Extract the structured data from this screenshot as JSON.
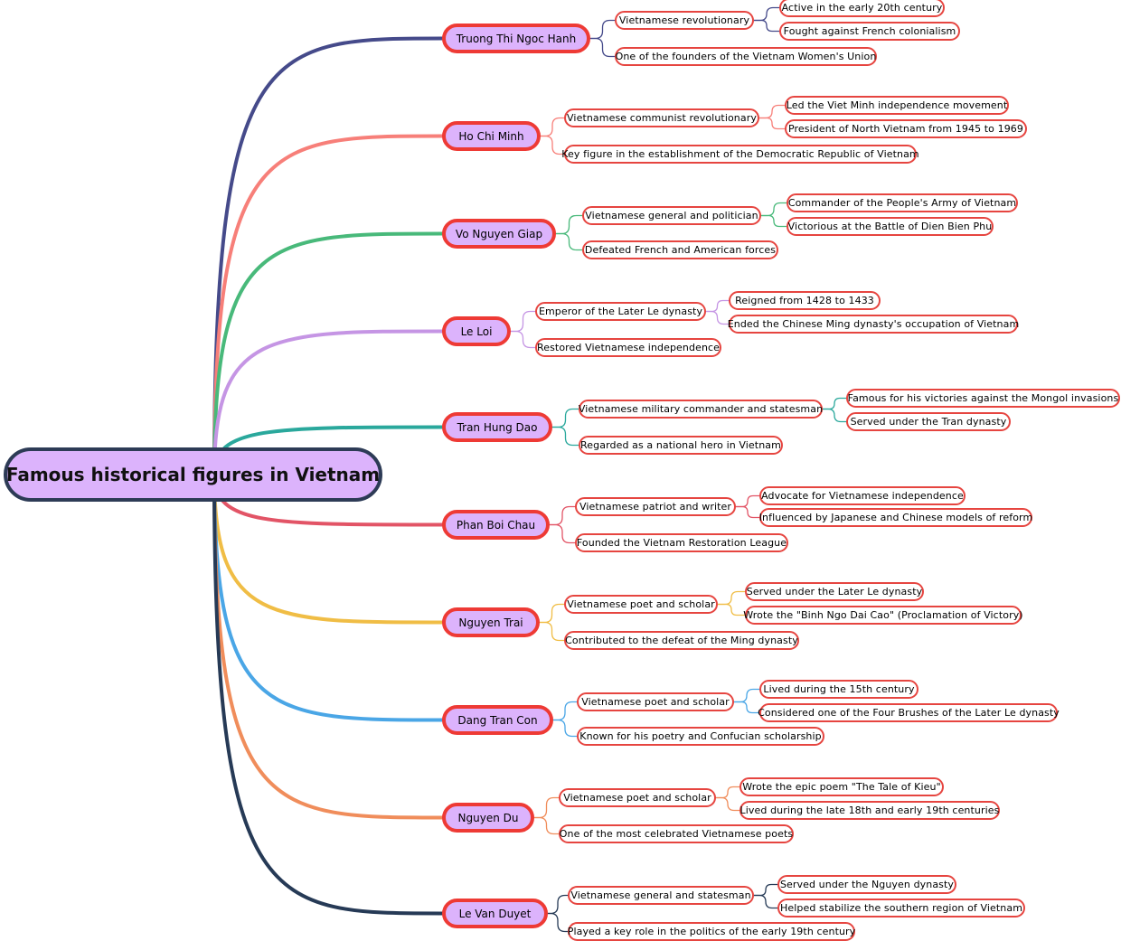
{
  "title": "Famous historical figures in Vietnam",
  "colors": {
    "node_fill": "#dcb3fc",
    "node_border": "#ee3a35",
    "root_border": "#2d3b56",
    "leaf_border": "#e64540"
  },
  "figures": [
    {
      "name": "Truong Thi Ngoc Hanh",
      "color": "#454a8a",
      "facts": [
        {
          "text": "Vietnamese revolutionary",
          "details": [
            "Active in the early 20th century",
            "Fought against French colonialism"
          ]
        },
        {
          "text": "One of the founders of the Vietnam Women's Union",
          "details": []
        }
      ]
    },
    {
      "name": "Ho Chi Minh",
      "color": "#f77f79",
      "facts": [
        {
          "text": "Vietnamese communist revolutionary",
          "details": [
            "Led the Viet Minh independence movement",
            "President of North Vietnam from 1945 to 1969"
          ]
        },
        {
          "text": "Key figure in the establishment of the Democratic Republic of Vietnam",
          "details": []
        }
      ]
    },
    {
      "name": "Vo Nguyen Giap",
      "color": "#48b97a",
      "facts": [
        {
          "text": "Vietnamese general and politician",
          "details": [
            "Commander of the People's Army of Vietnam",
            "Victorious at the Battle of Dien Bien Phu"
          ]
        },
        {
          "text": "Defeated French and American forces",
          "details": []
        }
      ]
    },
    {
      "name": "Le Loi",
      "color": "#c595e4",
      "facts": [
        {
          "text": "Emperor of the Later Le dynasty",
          "details": [
            "Reigned from 1428 to 1433",
            "Ended the Chinese Ming dynasty's occupation of Vietnam"
          ]
        },
        {
          "text": "Restored Vietnamese independence",
          "details": []
        }
      ]
    },
    {
      "name": "Tran Hung Dao",
      "color": "#2aa89c",
      "facts": [
        {
          "text": "Vietnamese military commander and statesman",
          "details": [
            "Famous for his victories against the Mongol invasions",
            "Served under the Tran dynasty"
          ]
        },
        {
          "text": "Regarded as a national hero in Vietnam",
          "details": []
        }
      ]
    },
    {
      "name": "Phan Boi Chau",
      "color": "#e25466",
      "facts": [
        {
          "text": "Vietnamese patriot and writer",
          "details": [
            "Advocate for Vietnamese independence",
            "Influenced by Japanese and Chinese models of reform"
          ]
        },
        {
          "text": "Founded the Vietnam Restoration League",
          "details": []
        }
      ]
    },
    {
      "name": "Nguyen Trai",
      "color": "#f0bd45",
      "facts": [
        {
          "text": "Vietnamese poet and scholar",
          "details": [
            "Served under the Later Le dynasty",
            "Wrote the \"Binh Ngo Dai Cao\" (Proclamation of Victory)"
          ]
        },
        {
          "text": "Contributed to the defeat of the Ming dynasty",
          "details": []
        }
      ]
    },
    {
      "name": "Dang Tran Con",
      "color": "#4aa6e6",
      "facts": [
        {
          "text": "Vietnamese poet and scholar",
          "details": [
            "Lived during the 15th century",
            "Considered one of the Four Brushes of the Later Le dynasty"
          ]
        },
        {
          "text": "Known for his poetry and Confucian scholarship",
          "details": []
        }
      ]
    },
    {
      "name": "Nguyen Du",
      "color": "#f08d5b",
      "facts": [
        {
          "text": "Vietnamese poet and scholar",
          "details": [
            "Wrote the epic poem \"The Tale of Kieu\"",
            "Lived during the late 18th and early 19th centuries"
          ]
        },
        {
          "text": "One of the most celebrated Vietnamese poets",
          "details": []
        }
      ]
    },
    {
      "name": "Le Van Duyet",
      "color": "#263a56",
      "facts": [
        {
          "text": "Vietnamese general and statesman",
          "details": [
            "Served under the Nguyen dynasty",
            "Helped stabilize the southern region of Vietnam"
          ]
        },
        {
          "text": "Played a key role in the politics of the early 19th century",
          "details": []
        }
      ]
    }
  ]
}
